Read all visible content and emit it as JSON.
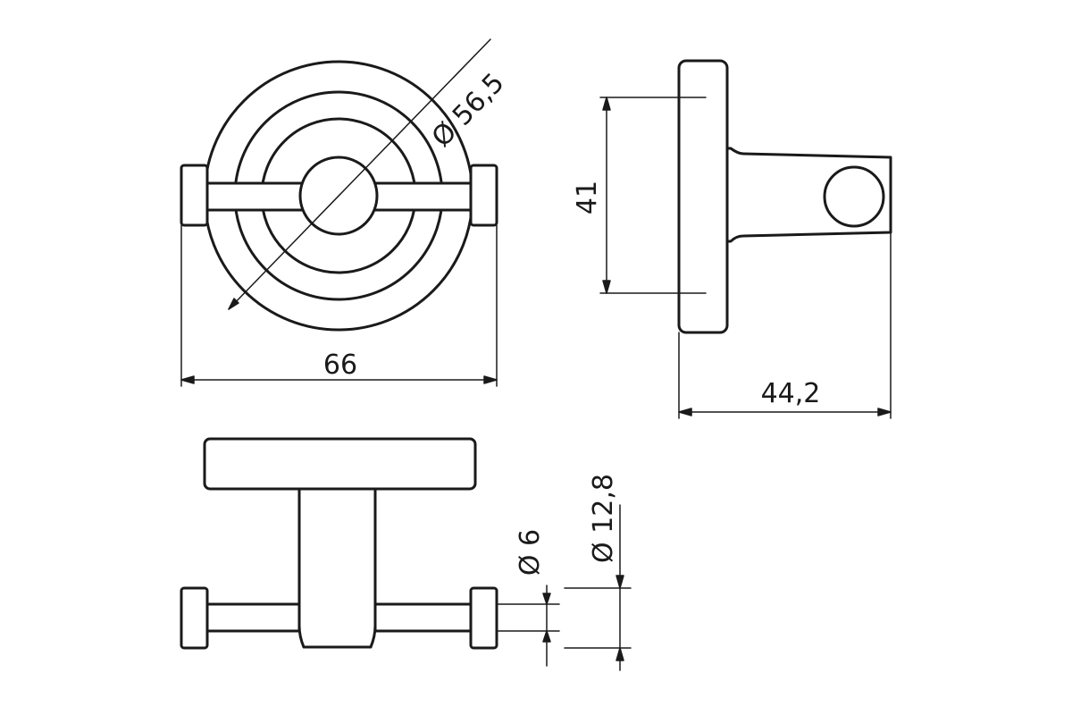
{
  "colors": {
    "line": "#1a1a1a",
    "background": "#ffffff"
  },
  "dimensions": {
    "front_diameter": "Ø 56,5",
    "front_width": "66",
    "side_height": "41",
    "side_depth": "44,2",
    "bottom_small_diameter": "Ø 6",
    "bottom_large_diameter": "Ø 12,8"
  }
}
